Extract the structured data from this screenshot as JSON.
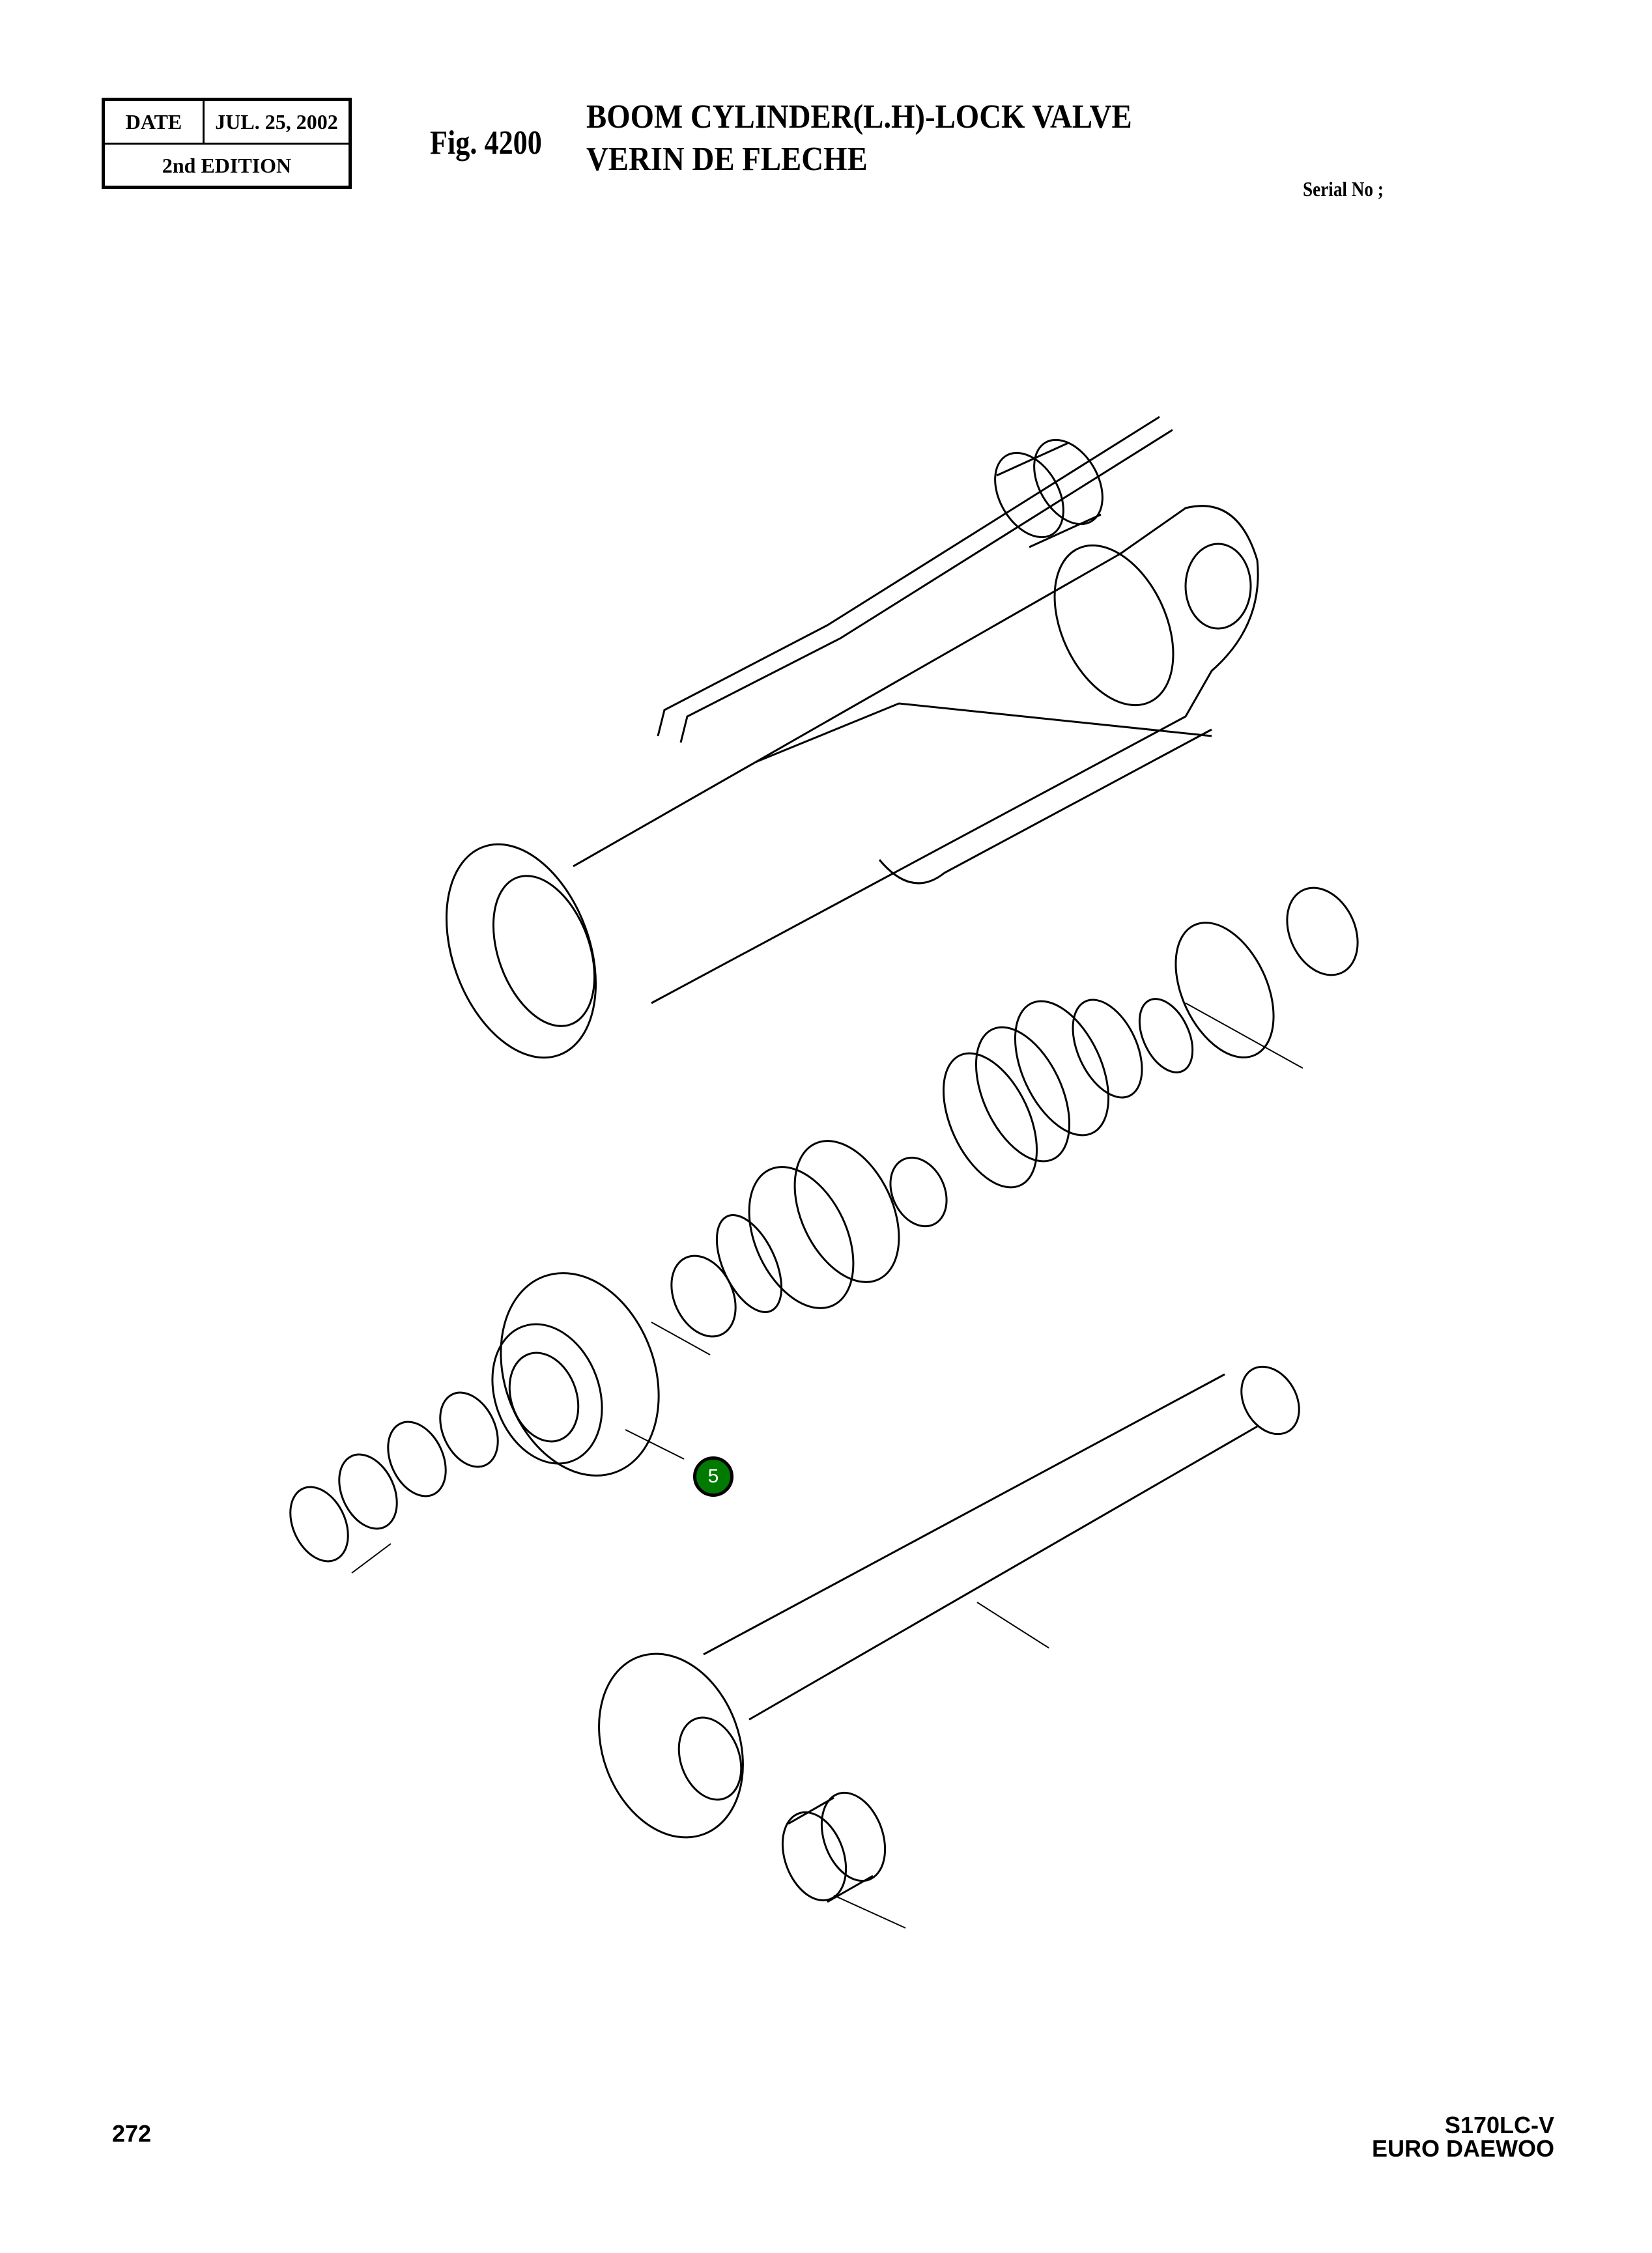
{
  "header": {
    "date_label": "DATE",
    "date_value": "JUL. 25, 2002",
    "edition": "2nd  EDITION",
    "fig_number": "Fig. 4200",
    "title_en": "BOOM CYLINDER(L.H)-LOCK VALVE",
    "title_fr": "VERIN DE FLECHE",
    "serial_label": "Serial No ;"
  },
  "diagram": {
    "callouts": [
      {
        "label": "5",
        "color": "#007a00"
      }
    ]
  },
  "footer": {
    "page_number": "272",
    "model": "S170LC-V",
    "brand": "EURO DAEWOO"
  }
}
